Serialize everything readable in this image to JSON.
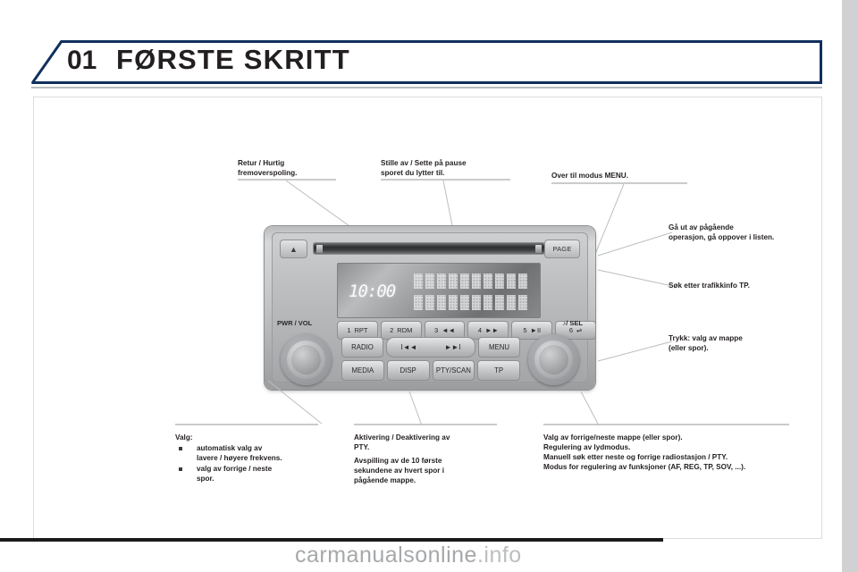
{
  "header": {
    "chapter_number": "01",
    "title": "FØRSTE SKRITT"
  },
  "callouts": {
    "top_left": {
      "line1": "Retur / Hurtig",
      "line2": "fremoverspoling."
    },
    "top_mid": {
      "line1": "Stille av / Sette på pause",
      "line2": "sporet du lytter til."
    },
    "top_right": {
      "line1": "Over til modus MENU."
    },
    "right_1": {
      "line1": "Gå ut av pågående",
      "line2": "operasjon, gå oppover i listen."
    },
    "right_2": {
      "line1": "Søk etter trafikkinfo TP."
    },
    "right_3": {
      "line1": "Trykk: valg av mappe",
      "line2": "(eller spor)."
    }
  },
  "bottom": {
    "left": {
      "heading": "Valg:",
      "bullets": [
        {
          "line1": "automatisk valg av",
          "line2": "lavere / høyere frekvens."
        },
        {
          "line1": "valg av forrige / neste",
          "line2": "spor."
        }
      ]
    },
    "middle": {
      "line1": "Aktivering / Deaktivering av",
      "line2": "PTY.",
      "line3": "Avspilling av de 10 første",
      "line4": "sekundene av hvert spor i",
      "line5": "pågående mappe."
    },
    "right": {
      "line1": "Valg av forrige/neste mappe (eller spor).",
      "line2": "Regulering av lydmodus.",
      "line3": "Manuell søk etter neste og forrige radiostasjon / PTY.",
      "line4": "Modus for regulering av funksjoner (AF, REG, TP, SOV, ...)."
    }
  },
  "radio": {
    "eject_icon": "eject-icon",
    "eject_glyph": "▲",
    "page_button": "PAGE",
    "display": {
      "clock": "10:00",
      "matrix_rows": 2,
      "matrix_cols": 10
    },
    "presets": [
      {
        "number": "1",
        "label": "RPT"
      },
      {
        "number": "2",
        "label": "RDM"
      },
      {
        "number": "3",
        "label": "◄◄"
      },
      {
        "number": "4",
        "label": "►►"
      },
      {
        "number": "5",
        "label": "►II"
      },
      {
        "number": "6",
        "label": "⇌"
      }
    ],
    "knob_left_label": "PWR / VOL",
    "knob_right_label": "♪/ SEL",
    "row1": {
      "radio": "RADIO",
      "seek_prev": "I◄◄",
      "seek_next": "►►I",
      "menu": "MENU"
    },
    "row2": {
      "media": "MEDIA",
      "disp": "DISP",
      "pty_scan": "PTY/SCAN",
      "tp": "TP"
    }
  },
  "watermark": {
    "text_a": "carmanualsonline",
    "text_b": ".info"
  },
  "colors": {
    "accent_navy": "#11305e",
    "text": "#231f20",
    "rule": "#c9cbcd",
    "margin_strip": "#cfd1d3"
  }
}
